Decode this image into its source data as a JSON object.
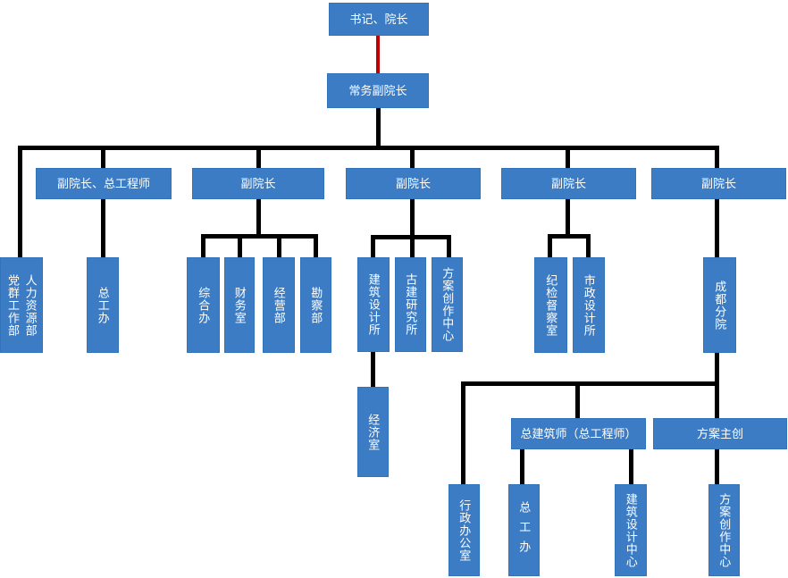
{
  "diagram": {
    "type": "organization-chart",
    "background": "#ffffff",
    "box_fill": "#3c7cc4",
    "box_text_color": "#ffffff",
    "connector_color": "#000000",
    "special_connector_color": "#c00000"
  },
  "nodes": {
    "secretary_dean": "书记、院长",
    "executive_vice_dean": "常务副院长",
    "vice_dean_chief_engineer": "副院长、总工程师",
    "vice_dean_2": "副院长",
    "vice_dean_3": "副院长",
    "vice_dean_4": "副院长",
    "vice_dean_5": "副院长",
    "party_mass_dept": "党群工作部",
    "hr_dept": "人力资源部",
    "chief_engineer_office": "总工办",
    "general_office": "综合办",
    "finance_office": "财务室",
    "operations_dept": "经营部",
    "survey_dept": "勘察部",
    "architectural_design_institute": "建筑设计所",
    "ancient_architecture_institute": "古建研究所",
    "scheme_creation_center": "方案创作中心",
    "discipline_inspection_office": "纪检督察室",
    "municipal_design_institute": "市政设计所",
    "chengdu_branch": "成都分院",
    "economy_office": "经济室",
    "chief_architect": "总建筑师（总工程师）",
    "scheme_lead": "方案主创",
    "admin_office": "行政办公室",
    "chief_engineer_office_branch": "总工办",
    "architectural_design_center": "建筑设计中心",
    "scheme_creation_center_branch": "方案创作中心"
  },
  "hierarchy": [
    {
      "parent": "书记、院长",
      "children": [
        "常务副院长"
      ],
      "connector": "red"
    },
    {
      "parent": "常务副院长",
      "children": [
        "党群工作部/人力资源部",
        "副院长、总工程师",
        "副院长",
        "副院长",
        "副院长",
        "副院长"
      ],
      "connector": "black"
    },
    {
      "parent": "副院长、总工程师",
      "children": [
        "总工办"
      ],
      "connector": "black"
    },
    {
      "parent": "副院长 (2)",
      "children": [
        "综合办",
        "财务室",
        "经营部",
        "勘察部"
      ],
      "connector": "black"
    },
    {
      "parent": "副院长 (3)",
      "children": [
        "建筑设计所",
        "古建研究所",
        "方案创作中心"
      ],
      "connector": "black"
    },
    {
      "parent": "建筑设计所",
      "children": [
        "经济室"
      ],
      "connector": "black"
    },
    {
      "parent": "副院长 (4)",
      "children": [
        "纪检督察室",
        "市政设计所"
      ],
      "connector": "black"
    },
    {
      "parent": "副院长 (5)",
      "children": [
        "成都分院"
      ],
      "connector": "black"
    },
    {
      "parent": "成都分院",
      "children": [
        "行政办公室",
        "总建筑师（总工程师）",
        "方案主创"
      ],
      "connector": "black"
    },
    {
      "parent": "总建筑师（总工程师）",
      "children": [
        "总工办",
        "建筑设计中心"
      ],
      "connector": "black"
    },
    {
      "parent": "方案主创",
      "children": [
        "方案创作中心"
      ],
      "connector": "black"
    }
  ]
}
